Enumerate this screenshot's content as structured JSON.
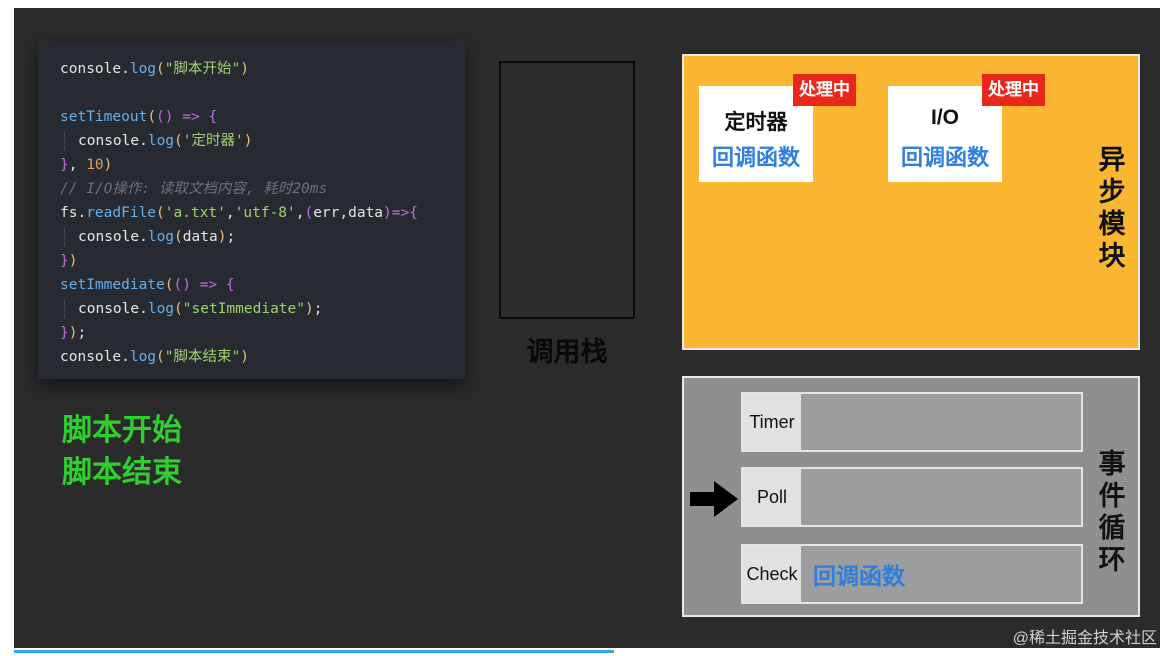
{
  "code_lines": [
    {
      "indent": false,
      "tokens": [
        {
          "c": "plain",
          "t": "console."
        },
        {
          "c": "fn",
          "t": "log"
        },
        {
          "c": "paren",
          "t": "("
        },
        {
          "c": "str",
          "t": "\"脚本开始\""
        },
        {
          "c": "paren",
          "t": ")"
        }
      ]
    },
    {
      "indent": false,
      "tokens": []
    },
    {
      "indent": false,
      "tokens": [
        {
          "c": "fn",
          "t": "setTimeout"
        },
        {
          "c": "paren",
          "t": "("
        },
        {
          "c": "kw",
          "t": "()"
        },
        {
          "c": "plain",
          "t": " "
        },
        {
          "c": "kw",
          "t": "=>"
        },
        {
          "c": "plain",
          "t": " "
        },
        {
          "c": "kw",
          "t": "{"
        }
      ]
    },
    {
      "indent": true,
      "tokens": [
        {
          "c": "plain",
          "t": "console."
        },
        {
          "c": "fn",
          "t": "log"
        },
        {
          "c": "paren",
          "t": "("
        },
        {
          "c": "str",
          "t": "'定时器'"
        },
        {
          "c": "paren",
          "t": ")"
        }
      ]
    },
    {
      "indent": false,
      "tokens": [
        {
          "c": "kw",
          "t": "}"
        },
        {
          "c": "plain",
          "t": ", "
        },
        {
          "c": "num",
          "t": "10"
        },
        {
          "c": "paren",
          "t": ")"
        }
      ]
    },
    {
      "indent": false,
      "tokens": [
        {
          "c": "cmt",
          "t": "// I/O操作: 读取文档内容, 耗时20ms"
        }
      ]
    },
    {
      "indent": false,
      "tokens": [
        {
          "c": "plain",
          "t": "fs."
        },
        {
          "c": "fn",
          "t": "readFile"
        },
        {
          "c": "paren",
          "t": "("
        },
        {
          "c": "str",
          "t": "'a.txt'"
        },
        {
          "c": "plain",
          "t": ","
        },
        {
          "c": "str",
          "t": "'utf-8'"
        },
        {
          "c": "plain",
          "t": ","
        },
        {
          "c": "kw",
          "t": "("
        },
        {
          "c": "plain",
          "t": "err,data"
        },
        {
          "c": "kw",
          "t": ")"
        },
        {
          "c": "kw",
          "t": "=>{"
        }
      ]
    },
    {
      "indent": true,
      "tokens": [
        {
          "c": "plain",
          "t": "console."
        },
        {
          "c": "fn",
          "t": "log"
        },
        {
          "c": "paren",
          "t": "("
        },
        {
          "c": "plain",
          "t": "data"
        },
        {
          "c": "paren",
          "t": ")"
        },
        {
          "c": "plain",
          "t": ";"
        }
      ]
    },
    {
      "indent": false,
      "tokens": [
        {
          "c": "kw",
          "t": "}"
        },
        {
          "c": "paren",
          "t": ")"
        }
      ]
    },
    {
      "indent": false,
      "tokens": [
        {
          "c": "fn",
          "t": "setImmediate"
        },
        {
          "c": "paren",
          "t": "("
        },
        {
          "c": "kw",
          "t": "()"
        },
        {
          "c": "plain",
          "t": " "
        },
        {
          "c": "kw",
          "t": "=>"
        },
        {
          "c": "plain",
          "t": " "
        },
        {
          "c": "kw",
          "t": "{"
        }
      ]
    },
    {
      "indent": true,
      "tokens": [
        {
          "c": "plain",
          "t": "console."
        },
        {
          "c": "fn",
          "t": "log"
        },
        {
          "c": "paren",
          "t": "("
        },
        {
          "c": "str",
          "t": "\"setImmediate\""
        },
        {
          "c": "paren",
          "t": ")"
        },
        {
          "c": "plain",
          "t": ";"
        }
      ]
    },
    {
      "indent": false,
      "tokens": [
        {
          "c": "kw",
          "t": "}"
        },
        {
          "c": "paren",
          "t": ")"
        },
        {
          "c": "plain",
          "t": ";"
        }
      ]
    },
    {
      "indent": false,
      "tokens": [
        {
          "c": "plain",
          "t": "console."
        },
        {
          "c": "fn",
          "t": "log"
        },
        {
          "c": "paren",
          "t": "("
        },
        {
          "c": "str",
          "t": "\"脚本结束\""
        },
        {
          "c": "paren",
          "t": ")"
        }
      ]
    }
  ],
  "output": [
    "脚本开始",
    "脚本结束"
  ],
  "call_stack": {
    "label": "调用栈"
  },
  "async_module": {
    "label": "异步模块",
    "cards": [
      {
        "title": "定时器",
        "callback": "回调函数",
        "badge": "处理中"
      },
      {
        "title": "I/O",
        "callback": "回调函数",
        "badge": "处理中"
      }
    ]
  },
  "event_loop": {
    "label": "事件循环",
    "current_phase": "Poll",
    "phases": [
      {
        "name": "Timer",
        "callback": ""
      },
      {
        "name": "Poll",
        "callback": ""
      },
      {
        "name": "Check",
        "callback": "回调函数"
      }
    ]
  },
  "watermark": "@稀土掘金技术社区",
  "colors": {
    "output_green": "#2ecf2e",
    "async_bg": "#fbb731",
    "badge_red": "#e8281c",
    "callback_blue": "#2f7fe0",
    "loop_bg": "#8f8f8f"
  }
}
